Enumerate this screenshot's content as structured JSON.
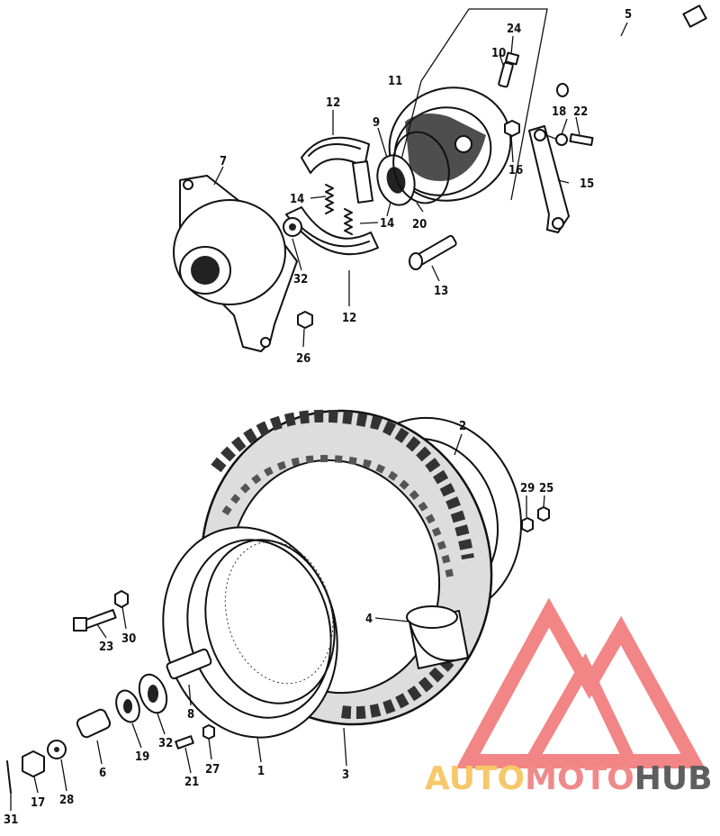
{
  "parts": {
    "p1": "1",
    "p2": "2",
    "p3": "3",
    "p4": "4",
    "p5": "5",
    "p6": "6",
    "p7": "7",
    "p8": "8",
    "p9": "9",
    "p10": "10",
    "p11": "11",
    "p12a": "12",
    "p12b": "12",
    "p13": "13",
    "p14a": "14",
    "p14b": "14",
    "p15": "15",
    "p16": "16",
    "p17": "17",
    "p18": "18",
    "p19": "19",
    "p20": "20",
    "p21": "21",
    "p22": "22",
    "p23": "23",
    "p24": "24",
    "p25": "25",
    "p26": "26",
    "p27": "27",
    "p28": "28",
    "p29": "29",
    "p30": "30",
    "p31": "31",
    "p32a": "32",
    "p32b": "32"
  },
  "watermark": {
    "auto": "AUTO",
    "moto": "MOTO",
    "hub": "HUB",
    "colors": {
      "auto": "#f7c86a",
      "moto": "#f08a8a",
      "hub": "#5f5f5f",
      "logo": "#f07070"
    }
  }
}
